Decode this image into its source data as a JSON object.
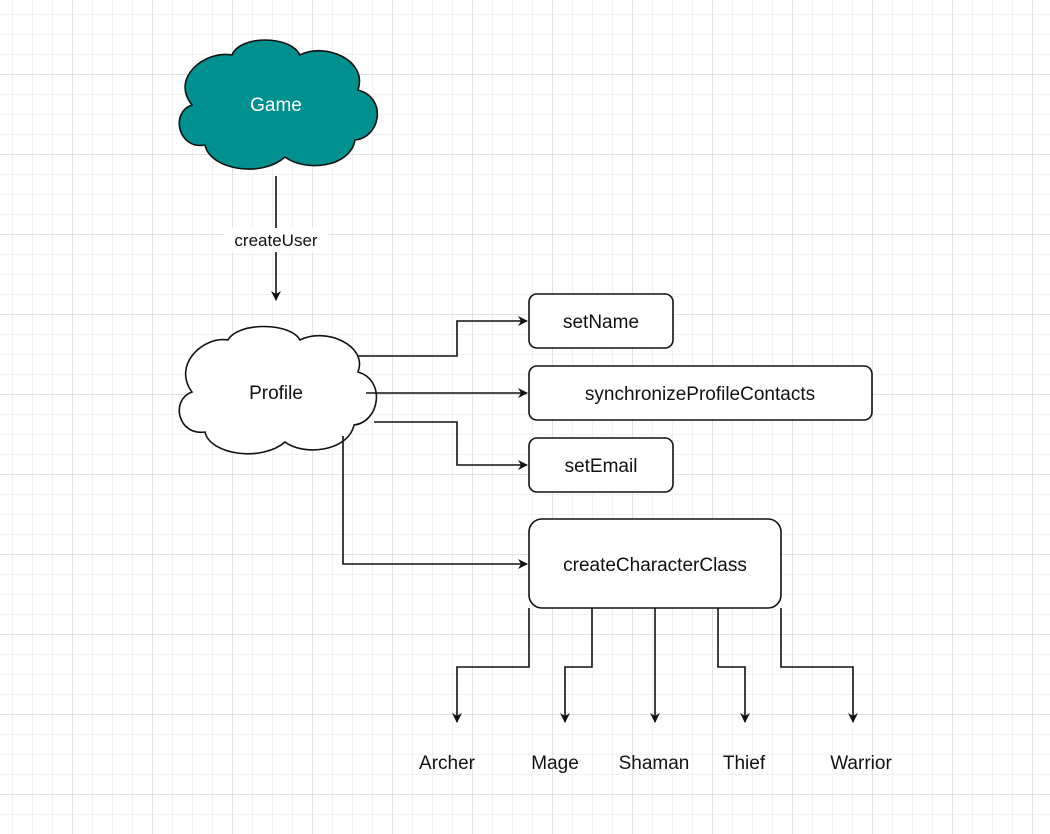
{
  "colors": {
    "game_cloud_fill": "#00908f",
    "stroke": "#111111",
    "box_fill": "#ffffff"
  },
  "nodes": {
    "game": "Game",
    "profile": "Profile",
    "set_name": "setName",
    "synchronize_profile_contacts": "synchronizeProfileContacts",
    "set_email": "setEmail",
    "create_character_class": "createCharacterClass"
  },
  "edge_labels": {
    "create_user": "createUser"
  },
  "classes": [
    "Archer",
    "Mage",
    "Shaman",
    "Thief",
    "Warrior"
  ]
}
